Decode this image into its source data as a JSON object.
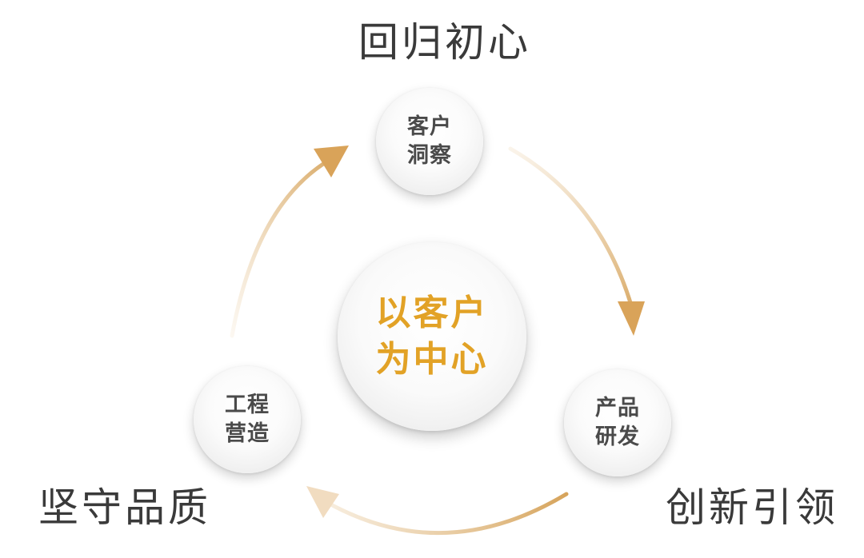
{
  "titles": {
    "top": "回归初心",
    "left": "坚守品质",
    "right": "创新引领"
  },
  "center": {
    "line1": "以客户",
    "line2": "为中心",
    "color": "#e2a226"
  },
  "nodes": {
    "top": {
      "line1": "客户",
      "line2": "洞察"
    },
    "left": {
      "line1": "工程",
      "line2": "营造"
    },
    "right": {
      "line1": "产品",
      "line2": "研发"
    }
  },
  "colors": {
    "arrow": "#d6a35a",
    "arrow_fade": "#f7ecdc",
    "text_dark": "#3a3a3a"
  }
}
